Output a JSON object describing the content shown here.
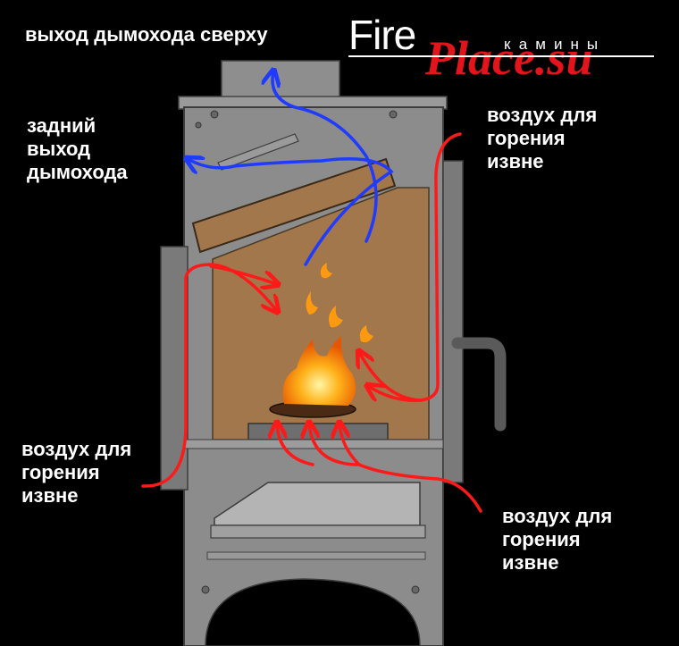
{
  "labels": {
    "top_outlet": "выход дымохода сверху",
    "rear_outlet": [
      "задний",
      "выход",
      "дымохода"
    ],
    "air_top_right": [
      "воздух для",
      "горения",
      "извне"
    ],
    "air_left": [
      "воздух для",
      "горения",
      "извне"
    ],
    "air_bottom_right": [
      "воздух для",
      "горения",
      "извне"
    ]
  },
  "logo": {
    "word1": "Fire",
    "word2": "Place.su",
    "tagline": "камины"
  },
  "colors": {
    "background": "#000000",
    "stove_body": "#8c8c8c",
    "firebox": "#a3774c",
    "smoke_arrow": "#1f3bff",
    "air_arrow": "#ff1a1a",
    "flame": "#ff9a10",
    "label_text": "#ffffff",
    "logo_red": "#e3141b"
  }
}
